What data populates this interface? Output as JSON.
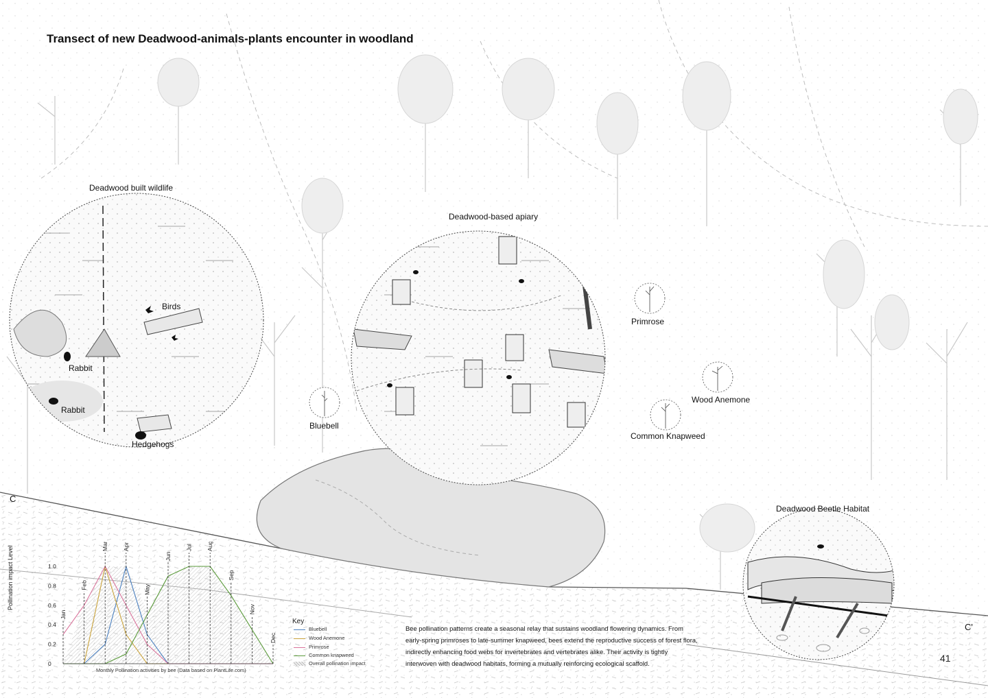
{
  "title": "Transect of new Deadwood-animals-plants encounter in woodland",
  "page_number": "41",
  "section_marks": {
    "start": "C",
    "end": "C'"
  },
  "vignettes": {
    "wildlife": {
      "heading": "Deadwood built wildlife",
      "labels": [
        "Birds",
        "Rabbit",
        "Rabbit",
        "Hedgehogs"
      ]
    },
    "apiary": {
      "heading": "Deadwood-based apiary"
    },
    "beetle": {
      "heading": "Deadwood Beetle Habitat"
    }
  },
  "plants": [
    "Primrose",
    "Wood Anemone",
    "Common Knapweed",
    "Bluebell"
  ],
  "key": {
    "title": "Key",
    "items": [
      {
        "label": "Bluebell",
        "color": "#4a7fbf"
      },
      {
        "label": "Wood Anemone",
        "color": "#c9a23a"
      },
      {
        "label": "Primrose",
        "color": "#d9739b"
      },
      {
        "label": "Common knapweed",
        "color": "#5a9a3a"
      },
      {
        "label": "Overall pollination impact",
        "color": "#bbbbbb"
      }
    ]
  },
  "description": "Bee pollination patterns create a seasonal relay that sustains woodland flowering dynamics. From early-spring primroses to late-summer knapweed, bees extend the reproductive success of forest flora, indirectly enhancing food webs for invertebrates and vertebrates alike. Their activity is tightly interwoven with deadwood habitats, forming a mutually reinforcing ecological scaffold.",
  "chart_data": {
    "type": "line",
    "title": "",
    "caption": "Monthly Pollination activities by bee (Data based on PlantLife.com)",
    "ylabel": "Pollination impact Level",
    "xlabel": "",
    "categories": [
      "Jan",
      "Feb",
      "Mar",
      "Apr",
      "May",
      "Jun",
      "Jul",
      "Aug",
      "Sep",
      "Nov",
      "Dec"
    ],
    "yticks": [
      "0",
      "0.2",
      "0.4",
      "0.6",
      "0.8",
      "1.0"
    ],
    "ylim": [
      0,
      1
    ],
    "series": [
      {
        "name": "Bluebell",
        "color": "#4a7fbf",
        "values": [
          0,
          0,
          0.2,
          1.0,
          0.3,
          0,
          0,
          0,
          0,
          0,
          0
        ]
      },
      {
        "name": "Wood Anemone",
        "color": "#c9a23a",
        "values": [
          0,
          0,
          1.0,
          0.3,
          0,
          0,
          0,
          0,
          0,
          0,
          0
        ]
      },
      {
        "name": "Primrose",
        "color": "#d9739b",
        "values": [
          0.3,
          0.6,
          1.0,
          0.6,
          0.2,
          0,
          0,
          0,
          0,
          0,
          0
        ]
      },
      {
        "name": "Common knapweed",
        "color": "#5a9a3a",
        "values": [
          0,
          0,
          0,
          0.1,
          0.5,
          0.9,
          1.0,
          1.0,
          0.7,
          0.35,
          0
        ]
      },
      {
        "name": "Overall pollination impact",
        "color": "#bbbbbb",
        "values": [
          0,
          0.6,
          1.0,
          1.0,
          0.55,
          0.9,
          1.0,
          1.0,
          0.7,
          0.35,
          0
        ]
      }
    ],
    "grid": false,
    "legend": "right"
  }
}
